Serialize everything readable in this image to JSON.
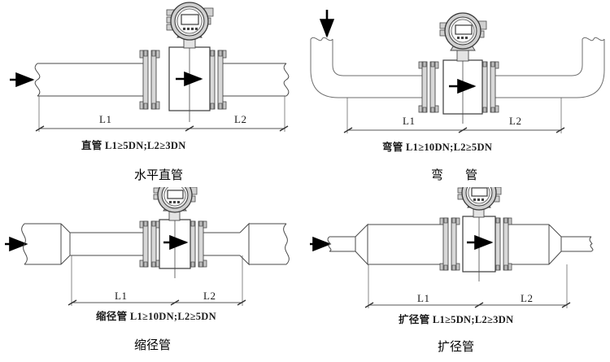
{
  "diagram": {
    "title": "Electromagnetic Flowmeter Installation Straight Pipe Requirements",
    "panels": [
      {
        "id": "horizontal-straight-pipe",
        "dim_left": "L1",
        "dim_right": "L2",
        "spec": "直管  L1≥5DN;L2≥3DN",
        "caption": "水平直管",
        "pipe_type": "straight",
        "flow_direction": "left-to-right",
        "requirement": {
          "upstream": "L1≥5DN",
          "downstream": "L2≥3DN"
        }
      },
      {
        "id": "bend-pipe",
        "dim_left": "L1",
        "dim_right": "L2",
        "spec": "弯管   L1≥10DN;L2≥5DN",
        "caption": "弯　管",
        "pipe_type": "elbow",
        "flow_direction": "downward-then-left-to-right",
        "requirement": {
          "upstream": "L1≥10DN",
          "downstream": "L2≥5DN"
        }
      },
      {
        "id": "reducer-pipe",
        "dim_left": "L1",
        "dim_right": "L2",
        "spec": "缩径管   L1≥10DN;L2≥5DN",
        "caption": "缩径管",
        "pipe_type": "reducer",
        "flow_direction": "left-to-right",
        "requirement": {
          "upstream": "L1≥10DN",
          "downstream": "L2≥5DN"
        }
      },
      {
        "id": "expander-pipe",
        "dim_left": "L1",
        "dim_right": "L2",
        "spec": "扩径管   L1≥5DN;L2≥3DN",
        "caption": "扩径管",
        "pipe_type": "expander",
        "flow_direction": "left-to-right",
        "requirement": {
          "upstream": "L1≥5DN",
          "downstream": "L2≥3DN"
        }
      }
    ],
    "colors": {
      "line": "#3a3a3a",
      "line_light": "#6e6e6e",
      "arrow": "#000000",
      "text": "#1a1a1a",
      "flange_fill": "#d8d8d8",
      "housing_fill": "#cfcfcf"
    }
  }
}
